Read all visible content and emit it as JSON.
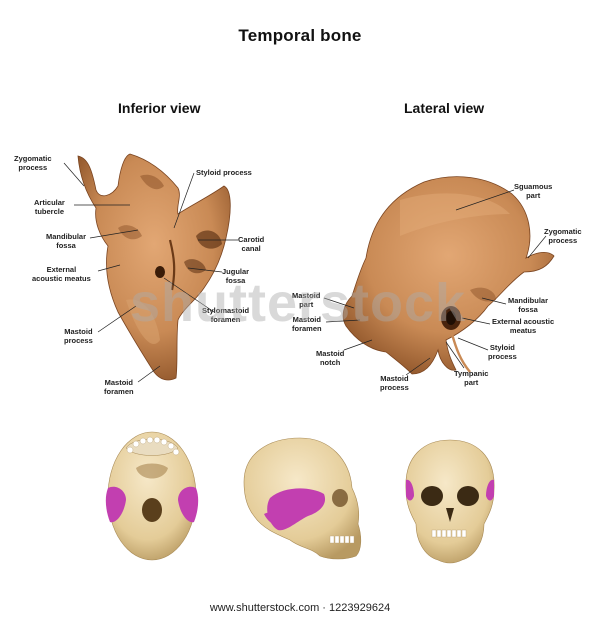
{
  "title": "Temporal bone",
  "inferior_view": {
    "title": "Inferior view",
    "labels": {
      "zygomatic_process": "Zygomatic\nprocess",
      "articular_tubercle": "Articular\ntubercle",
      "mandibular_fossa": "Mandibular\nfossa",
      "external_acoustic_meatus": "External\nacoustic meatus",
      "mastoid_process": "Mastoid\nprocess",
      "mastoid_foramen": "Mastoid\nforamen",
      "styloid_process": "Styloid process",
      "carotid_canal": "Carotid\ncanal",
      "jugular_fossa": "Jugular\nfossa",
      "stylomastoid_foramen": "Stylomastoid\nforamen"
    }
  },
  "lateral_view": {
    "title": "Lateral view",
    "labels": {
      "squamous_part": "Sguamous\npart",
      "zygomatic_process": "Zygomatic\nprocess",
      "mastoid_part": "Mastoid\npart",
      "mastoid_foramen": "Mastoid\nforamen",
      "mastoid_notch": "Mastoid\nnotch",
      "mastoid_process": "Mastoid\nprocess",
      "mandibular_fossa": "Mandibular\nfossa",
      "external_acoustic_meatus": "External acoustic\nmeatus",
      "styloid_process": "Styloid\nprocess",
      "tympanic_part": "Tympanic\npart"
    }
  },
  "colors": {
    "bone": "#c98a55",
    "bone_dark": "#9a5d33",
    "highlight": "#c23fb0",
    "skull": "#e8d3a4"
  },
  "watermark": "shutterstock",
  "footer": "www.shutterstock.com · 1223929624"
}
